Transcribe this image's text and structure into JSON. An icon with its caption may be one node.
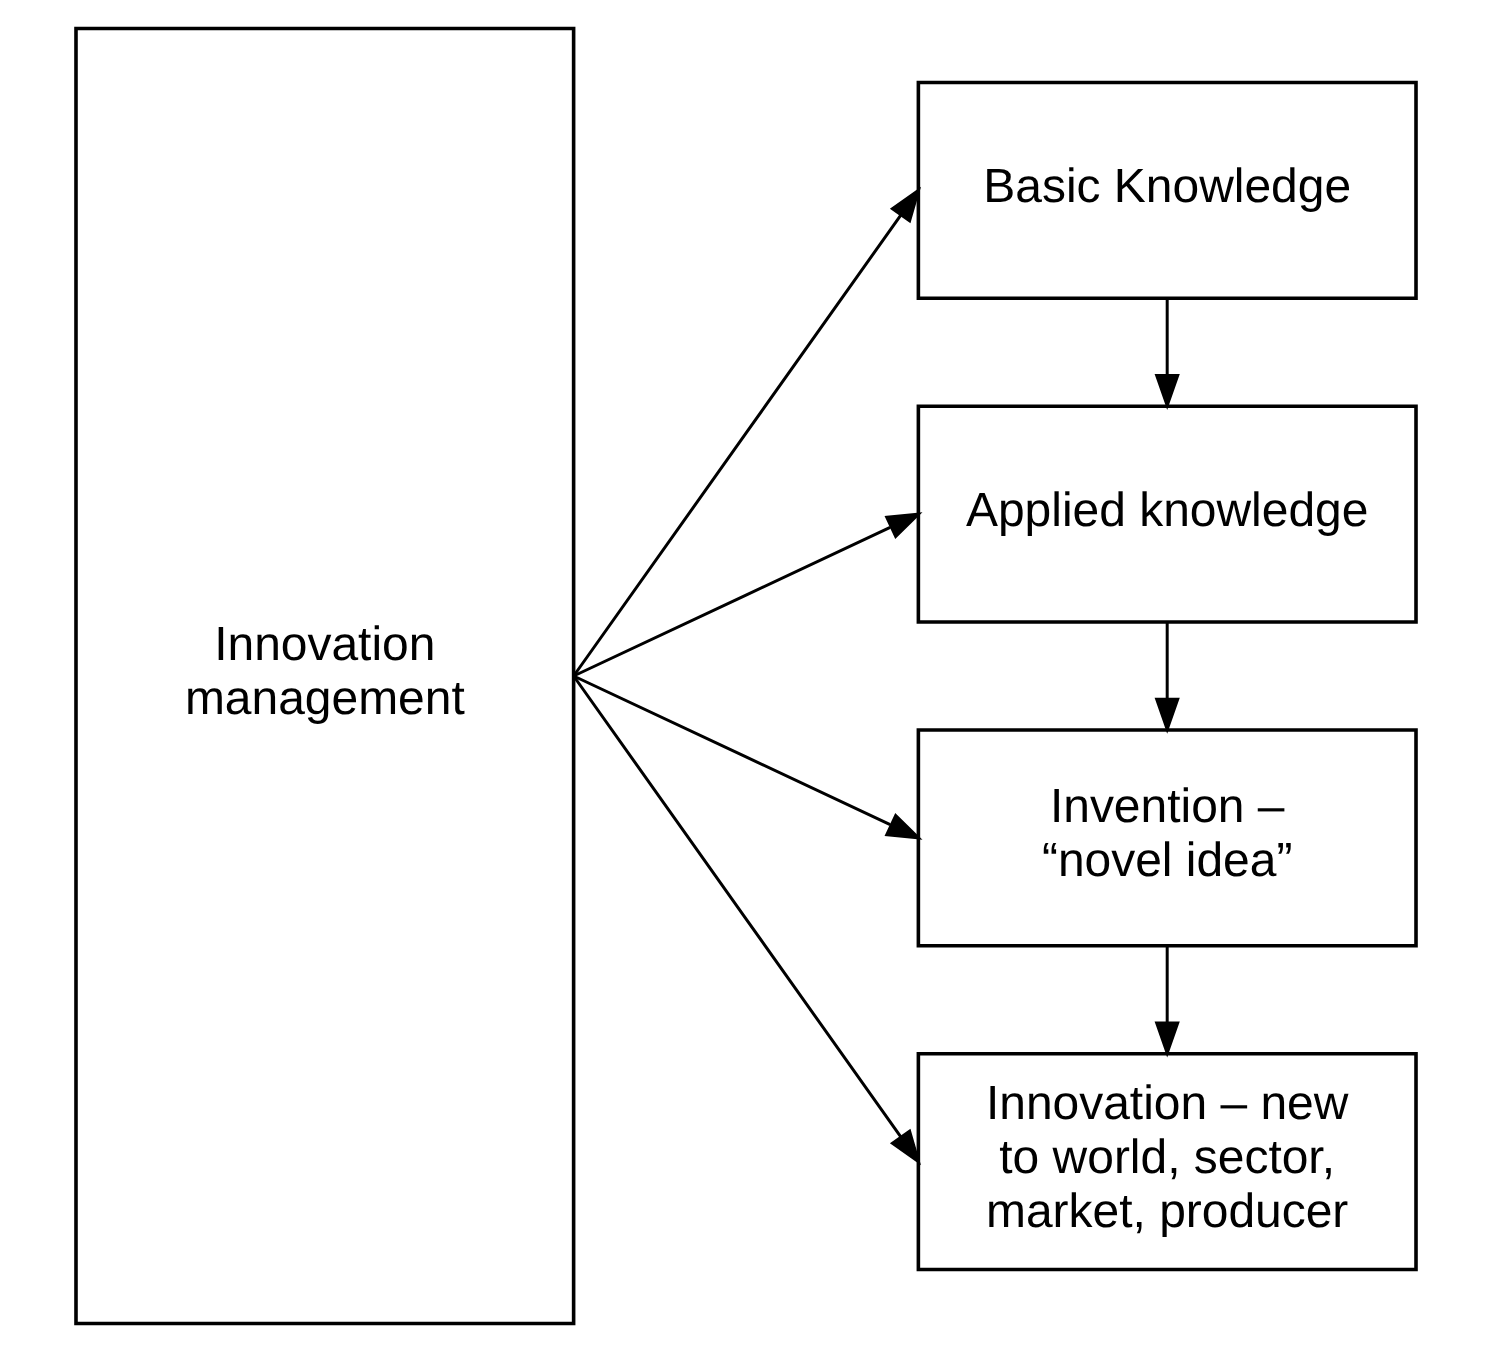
{
  "diagram": {
    "nodes": [
      {
        "text": [
          "Innovation management"
        ]
      },
      {
        "text": [
          "Basic Knowledge"
        ]
      },
      {
        "text": [
          "Applied knowledge"
        ]
      },
      {
        "text": [
          "Invention – “novel idea”"
        ]
      },
      {
        "text": [
          "Innovation – new to world, sector, market, producer"
        ]
      }
    ],
    "edges": [
      {
        "from": 0,
        "to": 1,
        "arrow": "to"
      },
      {
        "from": 0,
        "to": 2,
        "arrow": "to"
      },
      {
        "from": 0,
        "to": 3,
        "arrow": "to"
      },
      {
        "from": 0,
        "to": 4,
        "arrow": "to"
      },
      {
        "from": 1,
        "to": 2,
        "arrow": "to"
      },
      {
        "from": 2,
        "to": 3,
        "arrow": "to"
      },
      {
        "from": 3,
        "to": 4,
        "arrow": "to"
      }
    ]
  }
}
